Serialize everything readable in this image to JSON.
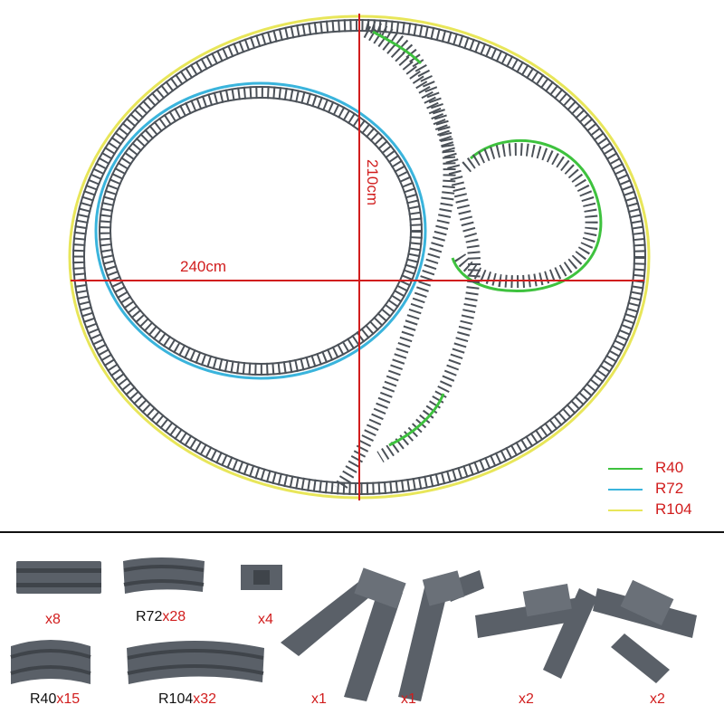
{
  "dimensions": {
    "width_label": "240cm",
    "height_label": "210cm"
  },
  "legend": [
    {
      "label": "R40",
      "color": "#3ec23e"
    },
    {
      "label": "R72",
      "color": "#3ab4dc"
    },
    {
      "label": "R104",
      "color": "#e8e65a"
    }
  ],
  "colors": {
    "track": "#4b5158",
    "sleeper": "#4b5158",
    "dimension_line": "#d11d1d"
  },
  "parts": [
    {
      "name": "straight",
      "prefix": "",
      "qty": "x8"
    },
    {
      "name": "curve-r72",
      "prefix": "R72",
      "qty": "x28"
    },
    {
      "name": "short-straight",
      "prefix": "",
      "qty": "x4"
    },
    {
      "name": "curve-r40",
      "prefix": "R40",
      "qty": "x15"
    },
    {
      "name": "curve-r104",
      "prefix": "R104",
      "qty": "x32"
    },
    {
      "name": "switch-left",
      "prefix": "",
      "qty": "x1"
    },
    {
      "name": "switch-right",
      "prefix": "",
      "qty": "x1"
    },
    {
      "name": "switch-pair-a",
      "prefix": "",
      "qty": "x2"
    },
    {
      "name": "switch-pair-b",
      "prefix": "",
      "qty": "x2"
    }
  ]
}
